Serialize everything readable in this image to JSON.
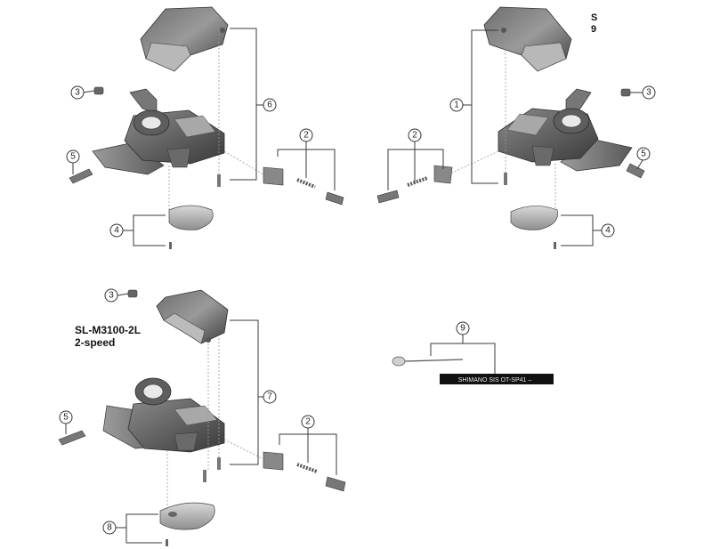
{
  "corner_text": {
    "line1": "S",
    "line2": "9"
  },
  "model": {
    "name": "SL-M3100-2L",
    "speed": "2-speed"
  },
  "callouts": {
    "one": "1",
    "two": "2",
    "three": "3",
    "four": "4",
    "five": "5",
    "six": "6",
    "seven": "7",
    "eight": "8",
    "nine": "9"
  },
  "cable_print": "SHIMANO SIS  OT-SP41 –",
  "colors": {
    "part_dark": "#4a4a4a",
    "part_mid": "#8c8c8c",
    "part_light": "#c4c4c4",
    "cable": "#111111",
    "line": "#3a3a3a"
  }
}
